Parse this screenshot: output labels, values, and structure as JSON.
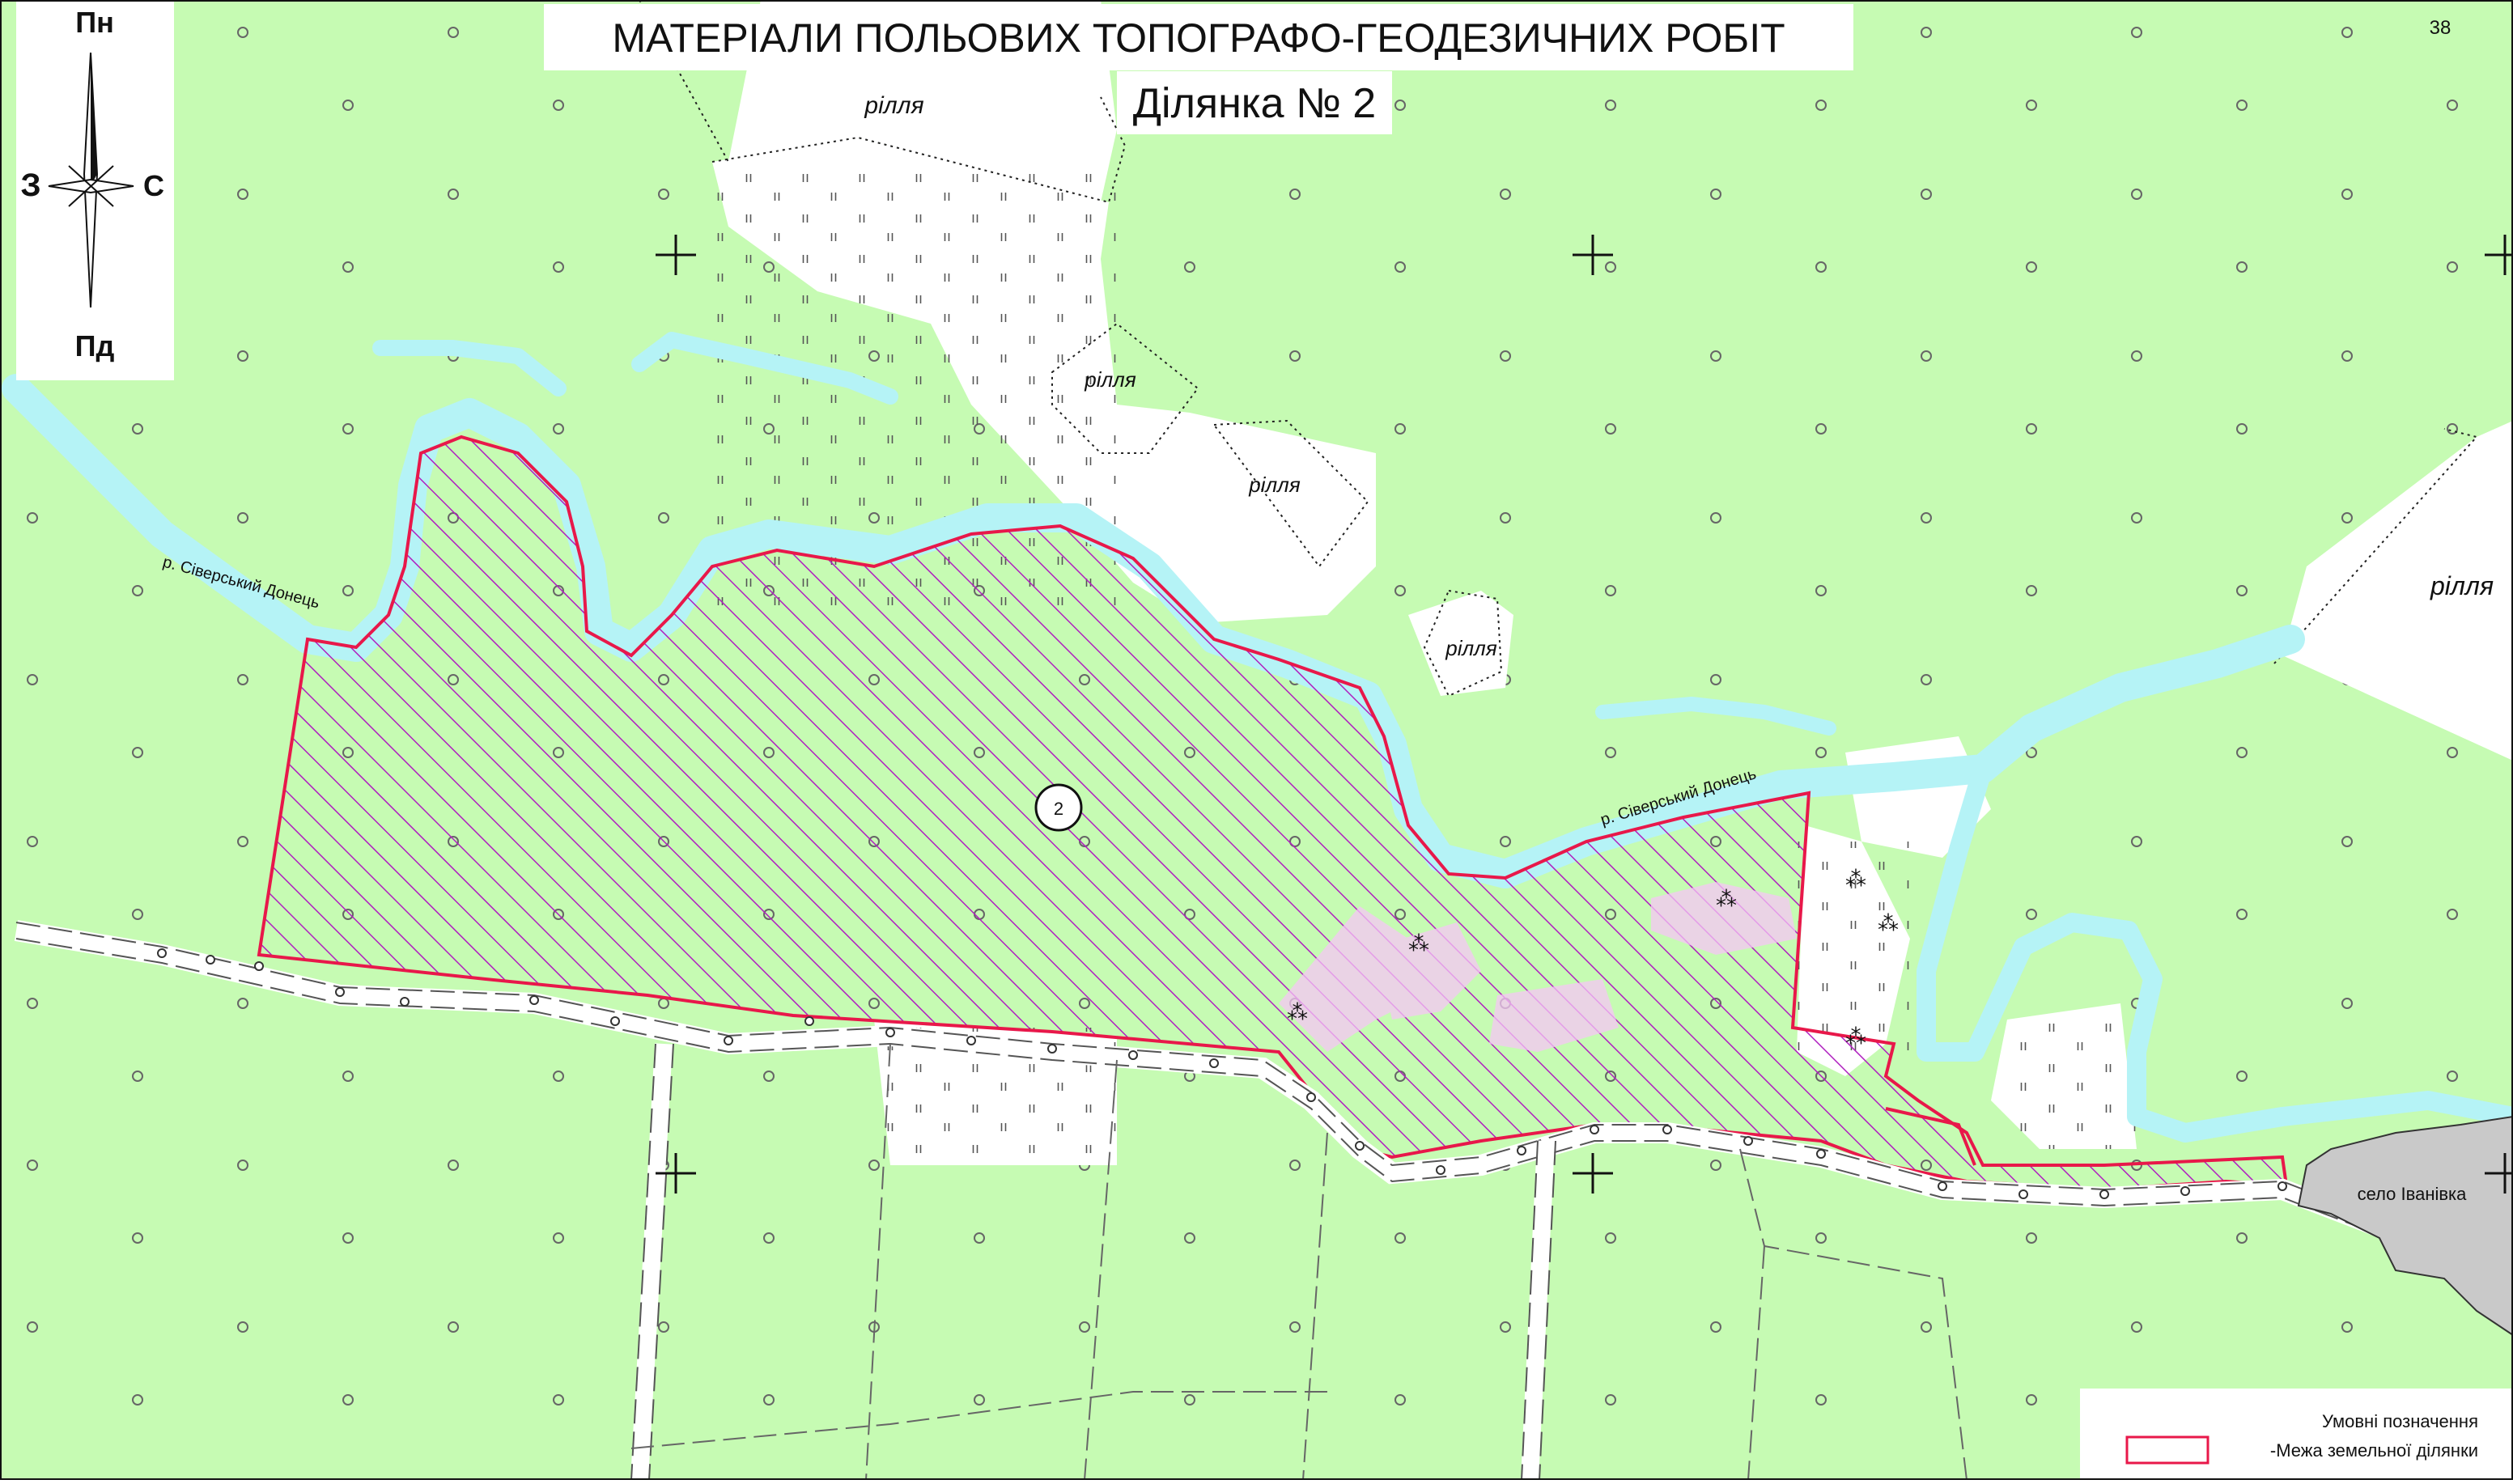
{
  "title": "МАТЕРІАЛИ ПОЛЬОВИХ ТОПОГРАФО-ГЕОДЕЗИЧНИХ РОБІТ",
  "subtitle": "Ділянка № 2",
  "page_number": "38",
  "compass": {
    "north": "Пн",
    "south": "Пд",
    "west": "З",
    "east": "С"
  },
  "labels": {
    "arable_1": "рілля",
    "arable_2": "рілля",
    "arable_3": "рілля",
    "arable_4": "рілля",
    "arable_5": "рілля",
    "river_west": "р. Сіверський Донець",
    "river_east": "р. Сіверський Донець",
    "parcel_number": "2",
    "village": "село Іванівка"
  },
  "legend": {
    "title": "Умовні позначення",
    "boundary_label": "-Межа земельної ділянки"
  },
  "colors": {
    "meadow": "#c6fbb3",
    "river": "#b5f3f6",
    "boundary": "#e8184a",
    "hatch": "#b01fc0",
    "village": "#c9c9c9"
  }
}
